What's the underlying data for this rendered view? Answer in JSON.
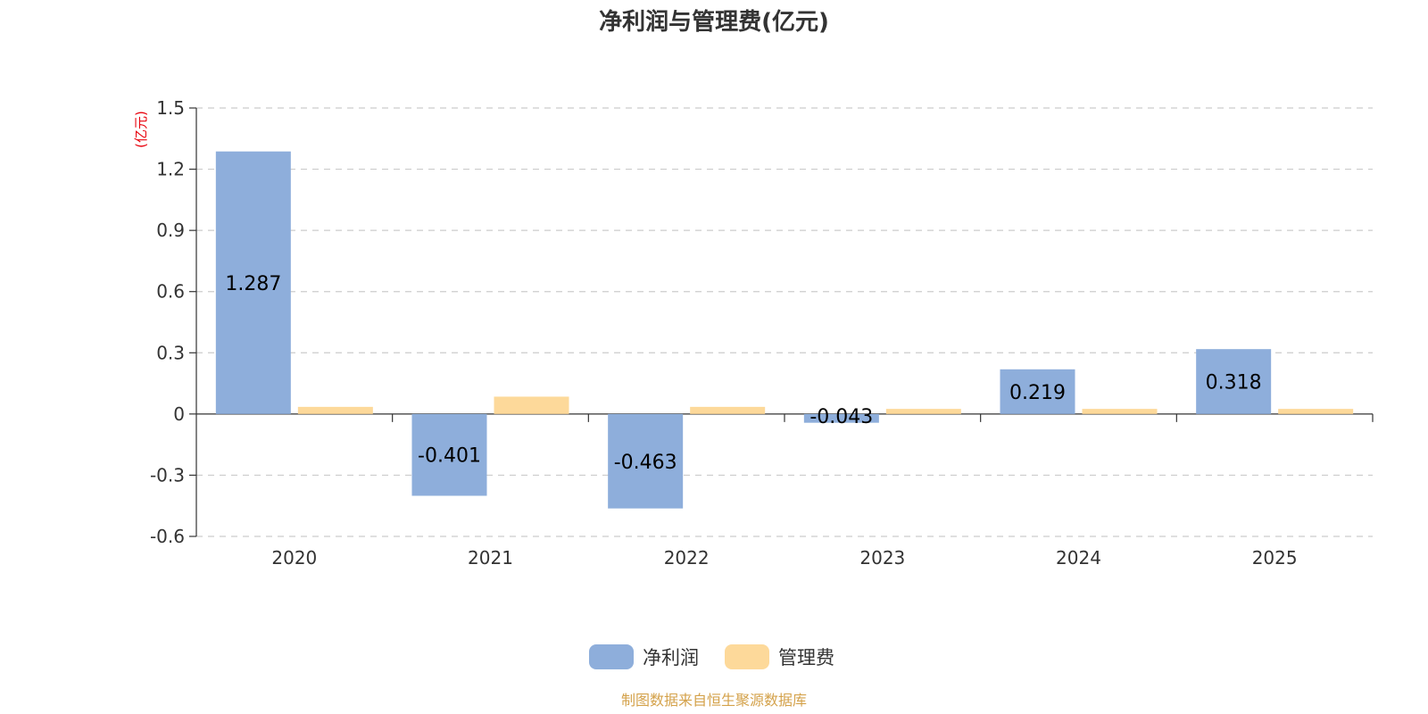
{
  "chart_data": {
    "type": "bar",
    "title": "净利润与管理费(亿元)",
    "ylabel": "(亿元)",
    "categories": [
      "2020",
      "2021",
      "2022",
      "2023",
      "2024",
      "2025"
    ],
    "series": [
      {
        "name": "净利润",
        "values": [
          1.287,
          -0.401,
          -0.463,
          -0.043,
          0.219,
          0.318
        ],
        "color": "#8eaedb",
        "labels": [
          "1.287",
          "-0.401",
          "-0.463",
          "-0.043",
          "0.219",
          "0.318"
        ]
      },
      {
        "name": "管理费",
        "values": [
          0.035,
          0.085,
          0.035,
          0.025,
          0.025,
          0.025
        ],
        "color": "#fdd99a"
      }
    ],
    "ylim": [
      -0.6,
      1.5
    ],
    "yticks": [
      "1.5",
      "1.2",
      "0.9",
      "0.6",
      "0.3",
      "0",
      "-0.3",
      "-0.6"
    ],
    "grid": true,
    "legend_position": "bottom-center",
    "unit_color": "#e8000b"
  },
  "source": {
    "text": "制图数据来自恒生聚源数据库",
    "color": "#d4a24b"
  }
}
